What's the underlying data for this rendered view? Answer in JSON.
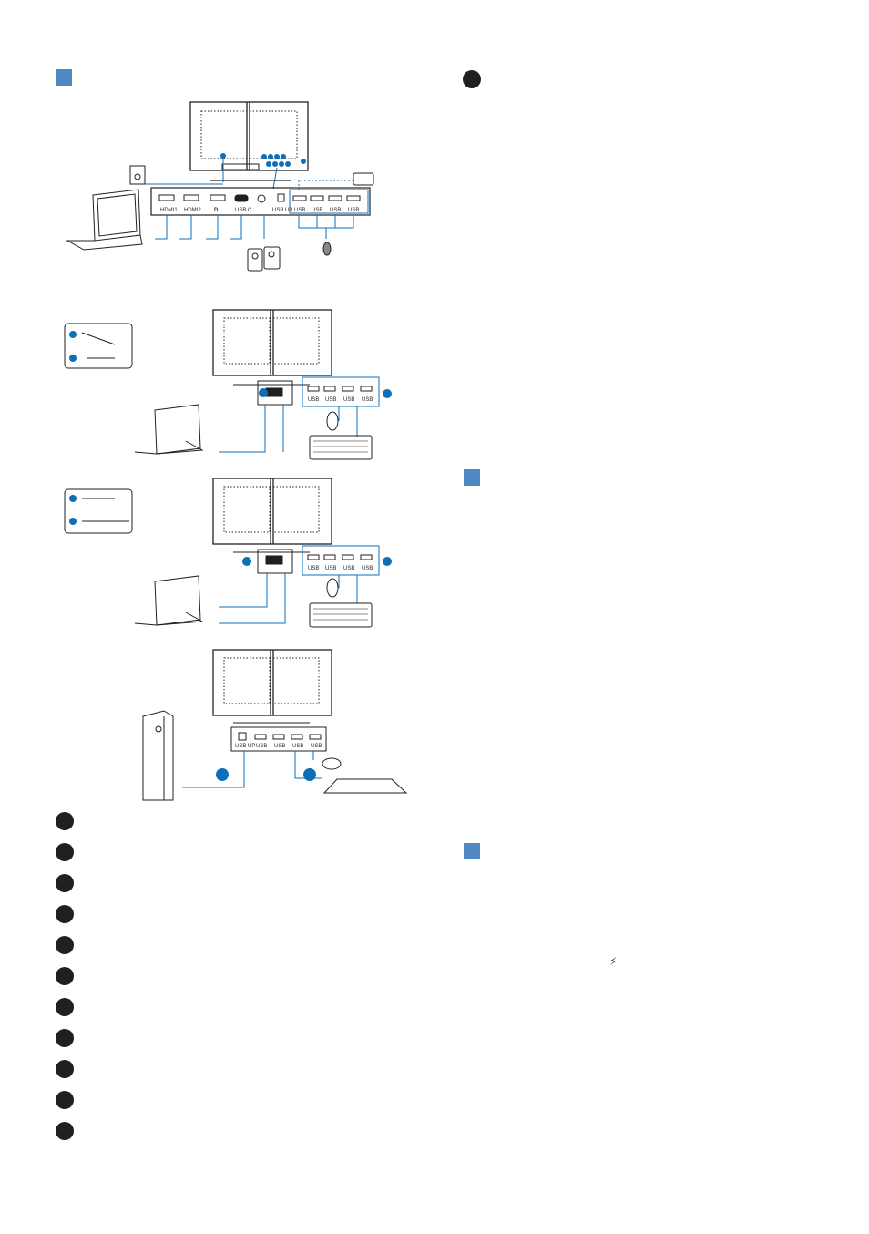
{
  "page": {
    "ports_primary": [
      "HDMI1",
      "HDMI2",
      "",
      "USB C",
      "",
      "USB UP",
      "USB",
      "USB",
      "USB",
      "USB"
    ],
    "ports_hub": [
      "USB",
      "USB",
      "USB",
      "USB"
    ],
    "ports_pc": [
      "USB UP",
      "USB",
      "USB",
      "USB",
      "USB"
    ],
    "audio_label": "",
    "icons": {
      "dp": "displayport-icon",
      "bolt": "lightning-icon",
      "laptop": "laptop-icon",
      "speakers": "speakers-icon",
      "mouse": "mouse-icon",
      "keyboard": "keyboard-icon",
      "tower": "pc-tower-icon",
      "phone": "phone-icon"
    },
    "colors": {
      "accent": "#4f87c1",
      "link": "#0d6fb8",
      "ink": "#231f20"
    },
    "bolt_glyph": "⚡"
  }
}
